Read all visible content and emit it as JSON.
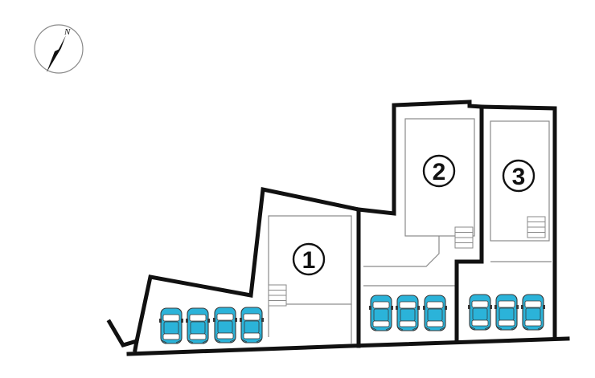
{
  "compass": {
    "label": "N",
    "icon": "north-arrow-icon"
  },
  "lots": [
    {
      "id": "lot-1",
      "number": "①",
      "label": "1",
      "parking_spaces": 4
    },
    {
      "id": "lot-2",
      "number": "②",
      "label": "2",
      "parking_spaces": 3
    },
    {
      "id": "lot-3",
      "number": "③",
      "label": "3",
      "parking_spaces": 3
    }
  ],
  "colors": {
    "boundary": "#111111",
    "building": "#8a8a8a",
    "car_body": "#2bb3d9",
    "car_dark": "#444444"
  }
}
